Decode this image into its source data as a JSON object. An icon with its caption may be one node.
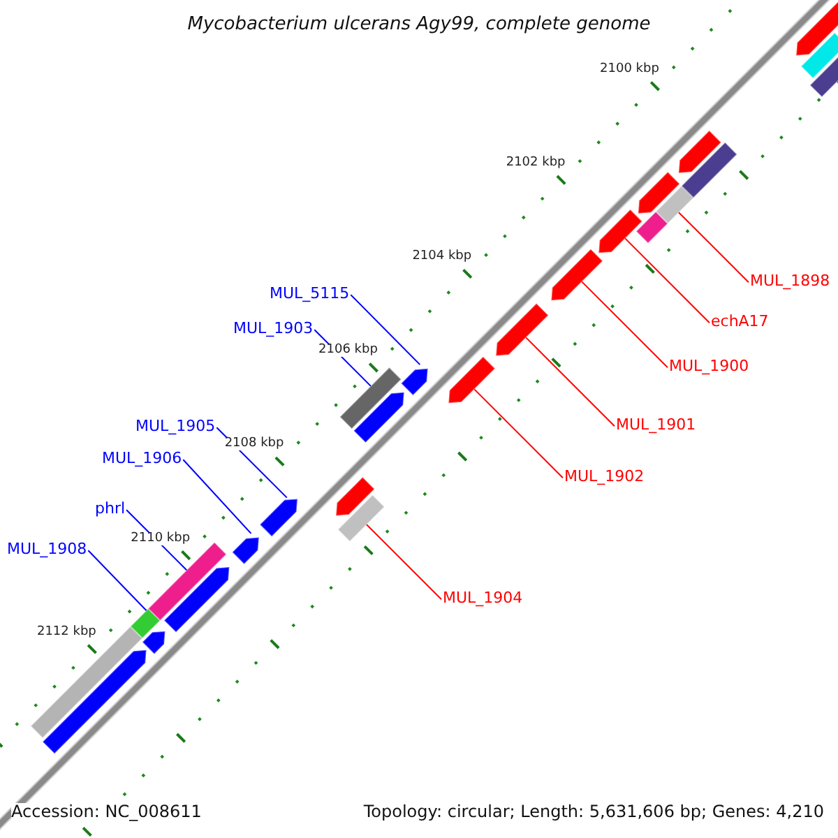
{
  "diagram": {
    "title": "Mycobacterium ulcerans Agy99, complete genome",
    "nodes": [
      {
        "text": [
          "MUL_5115"
        ]
      },
      {
        "text": [
          "MUL_1903"
        ]
      },
      {
        "text": [
          "MUL_1905"
        ]
      },
      {
        "text": [
          "MUL_1906"
        ]
      },
      {
        "text": [
          "phrl"
        ]
      },
      {
        "text": [
          "MUL_1908"
        ]
      },
      {
        "text": [
          "MUL_1898"
        ]
      },
      {
        "text": [
          "echA17"
        ]
      },
      {
        "text": [
          "MUL_1900"
        ]
      },
      {
        "text": [
          "MUL_1901"
        ]
      },
      {
        "text": [
          "MUL_1902"
        ]
      },
      {
        "text": [
          "MUL_1904"
        ]
      },
      {
        "text": [],
        "shape": "bar"
      },
      {
        "text": [],
        "shape": "pentagon"
      },
      {
        "text": [],
        "shape": "bar"
      },
      {
        "text": [],
        "shape": "pentagon"
      },
      {
        "text": [],
        "shape": "bar"
      },
      {
        "text": [],
        "shape": "pentagon"
      },
      {
        "text": [],
        "shape": "pentagon"
      },
      {
        "text": [],
        "shape": "pentagon"
      },
      {
        "text": [],
        "shape": "bar"
      },
      {
        "text": [],
        "shape": "pentagon"
      },
      {
        "text": [],
        "shape": "bar"
      },
      {
        "text": [],
        "shape": "pentagon"
      },
      {
        "text": [],
        "shape": "pentagon"
      },
      {
        "text": [],
        "shape": "pentagon"
      },
      {
        "text": [],
        "shape": "pentagon"
      },
      {
        "text": [],
        "shape": "pentagon"
      },
      {
        "text": [],
        "shape": "pentagon"
      },
      {
        "text": [],
        "shape": "bar"
      },
      {
        "text": [],
        "shape": "bar"
      },
      {
        "text": [],
        "shape": "pentagon"
      },
      {
        "text": [],
        "shape": "bar"
      },
      {
        "text": [],
        "shape": "pentagon"
      },
      {
        "text": [],
        "shape": "pentagon"
      },
      {
        "text": [],
        "shape": "bar"
      },
      {
        "text": [],
        "shape": "bar"
      }
    ],
    "edges": [
      {
        "from": 0,
        "to": 24,
        "arrow": "none",
        "color": "#0000ff"
      },
      {
        "from": 1,
        "to": 22,
        "arrow": "none",
        "color": "#0000ff"
      },
      {
        "from": 2,
        "to": 19,
        "arrow": "none",
        "color": "#0000ff"
      },
      {
        "from": 3,
        "to": 18,
        "arrow": "none",
        "color": "#0000ff"
      },
      {
        "from": 4,
        "to": 16,
        "arrow": "none",
        "color": "#0000ff"
      },
      {
        "from": 5,
        "to": 14,
        "arrow": "none",
        "color": "#0000ff"
      },
      {
        "from": 6,
        "to": 30,
        "arrow": "none",
        "color": "#ff0000"
      },
      {
        "from": 7,
        "to": 28,
        "arrow": "none",
        "color": "#ff0000"
      },
      {
        "from": 8,
        "to": 27,
        "arrow": "none",
        "color": "#ff0000"
      },
      {
        "from": 9,
        "to": 26,
        "arrow": "none",
        "color": "#ff0000"
      },
      {
        "from": 10,
        "to": 25,
        "arrow": "none",
        "color": "#ff0000"
      },
      {
        "from": 11,
        "to": 20,
        "arrow": "none",
        "color": "#ff0000"
      }
    ],
    "labels": [
      "2100 kbp",
      "2102 kbp",
      "2104 kbp",
      "2106 kbp",
      "2108 kbp",
      "2110 kbp",
      "2112 kbp",
      "Accession: NC_008611",
      "Topology: circular; Length: 5,631,606 bp; Genes: 4,210"
    ]
  }
}
